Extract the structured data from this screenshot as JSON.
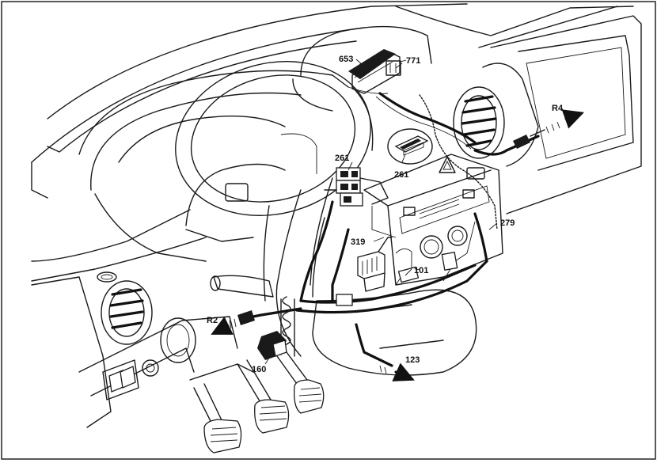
{
  "labels": {
    "l653": "653",
    "l771": "771",
    "r4": "R4",
    "l261a": "261",
    "l261b": "261",
    "l319": "319",
    "l279": "279",
    "l101": "101",
    "r2": "R2",
    "l160": "160",
    "l123": "123"
  }
}
